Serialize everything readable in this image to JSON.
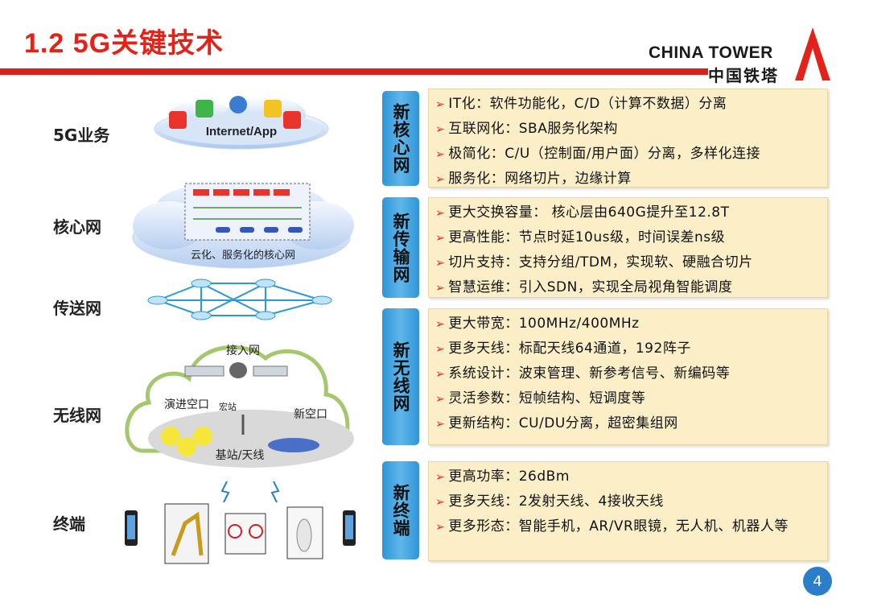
{
  "header": {
    "title": "1.2 5G关键技术",
    "logo_en": "CHINA TOWER",
    "logo_zh": "中国铁塔"
  },
  "left_labels": [
    "5G业务",
    "核心网",
    "传送网",
    "无线网",
    "终端"
  ],
  "diagram": {
    "internet_app": "Internet/App",
    "core_caption": "云化、服务化的核心网",
    "access_net": "接入网",
    "evolved_air": "演进空口",
    "macro_site": "宏站",
    "new_air": "新空口",
    "bs_antenna": "基站/天线"
  },
  "sections": [
    {
      "tag": "新核心网",
      "items": [
        "IT化：软件功能化，C/D（计算不数据）分离",
        "互联网化：SBA服务化架构",
        "极简化：C/U（控制面/用户面）分离，多样化连接",
        "服务化：网络切片，边缘计算"
      ]
    },
    {
      "tag": "新传输网",
      "items": [
        "更大交换容量： 核心层由640G提升至12.8T",
        "更高性能：节点时延10us级，时间误差ns级",
        "切片支持：支持分组/TDM，实现软、硬融合切片",
        "智慧运维：引入SDN，实现全局视角智能调度"
      ]
    },
    {
      "tag": "新无线网",
      "items": [
        "更大带宽：100MHz/400MHz",
        "更多天线：标配天线64通道，192阵子",
        "系统设计：波束管理、新参考信号、新编码等",
        "灵活参数：短帧结构、短调度等",
        "更新结构：CU/DU分离，超密集组网"
      ]
    },
    {
      "tag": "新终端",
      "items": [
        "更高功率：26dBm",
        "更多天线：2发射天线、4接收天线",
        "更多形态：智能手机，AR/VR眼镜，无人机、机器人等"
      ]
    }
  ],
  "page": "4",
  "colors": {
    "accent_red": "#e2231a",
    "tag_blue": "#2f95d6",
    "box_bg": "#fcefc8"
  }
}
